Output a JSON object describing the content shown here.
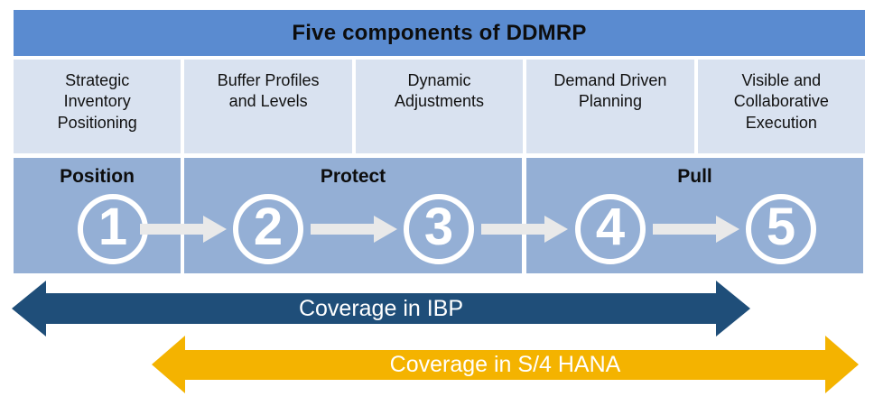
{
  "title": {
    "text": "Five components of DDMRP"
  },
  "components": [
    {
      "label": "Strategic\nInventory\nPositioning",
      "number": "1"
    },
    {
      "label": "Buffer Profiles\nand Levels",
      "number": "2"
    },
    {
      "label": "Dynamic\nAdjustments",
      "number": "3"
    },
    {
      "label": "Demand Driven\nPlanning",
      "number": "4"
    },
    {
      "label": "Visible and\nCollaborative\nExecution",
      "number": "5"
    }
  ],
  "phases": [
    {
      "label": "Position",
      "covers_steps": [
        "1"
      ]
    },
    {
      "label": "Protect",
      "covers_steps": [
        "2",
        "3"
      ]
    },
    {
      "label": "Pull",
      "covers_steps": [
        "4",
        "5"
      ]
    }
  ],
  "coverage": [
    {
      "label": "Coverage in IBP",
      "color": "#1F4E79"
    },
    {
      "label": "Coverage in S/4 HANA",
      "color": "#F4B300"
    }
  ],
  "colors": {
    "header_bg": "#5A8BD0",
    "component_box_bg": "#D9E2F0",
    "phase_band_bg": "#94AFD5",
    "step_arrow": "#E9E9E9",
    "circle": "#FFFFFF",
    "ibp_arrow": "#1F4E79",
    "hana_arrow": "#F4B300"
  }
}
